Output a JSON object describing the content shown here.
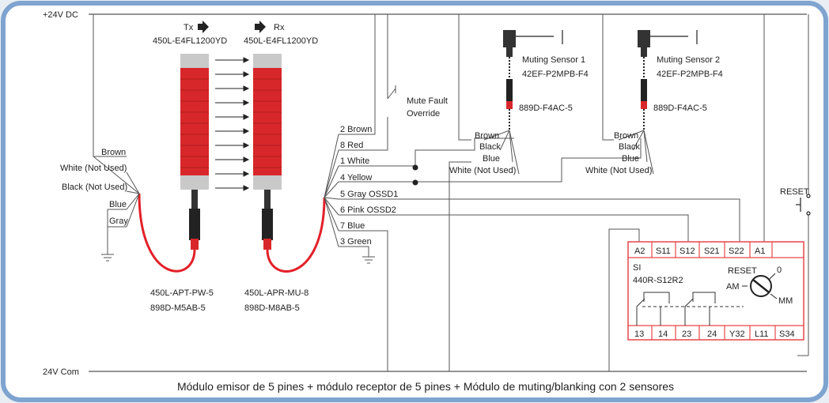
{
  "rails": {
    "top": "+24V DC",
    "bottom": "24V Com"
  },
  "transmitter": {
    "tag": "Tx",
    "model": "450L-E4FL1200YD",
    "cable": "450L-APT-PW-5",
    "connector": "898D-M5AB-5"
  },
  "receiver": {
    "tag": "Rx",
    "model": "450L-E4FL1200YD",
    "cable": "450L-APR-MU-8",
    "connector": "898D-M8AB-5"
  },
  "tx_wires": [
    "Brown",
    "White (Not Used)",
    "Black (Not Used)",
    "Blue",
    "Gray"
  ],
  "rx_wires": [
    "2 Brown",
    "8 Red",
    "1 White",
    "4 Yellow",
    "5 Gray OSSD1",
    "6 Pink OSSD2",
    "7 Blue",
    "3 Green"
  ],
  "mute_override": {
    "line1": "Mute Fault",
    "line2": "Override"
  },
  "sensor1": {
    "name": "Muting Sensor 1",
    "model": "42EF-P2MPB-F4",
    "cable": "889D-F4AC-5",
    "wires": [
      "Brown",
      "Black",
      "Blue",
      "White (Not Used)"
    ]
  },
  "sensor2": {
    "name": "Muting Sensor 2",
    "model": "42EF-P2MPB-F4",
    "cable": "889D-F4AC-5",
    "wires": [
      "Brown",
      "Black",
      "Blue",
      "White (Not Used)"
    ]
  },
  "reset_switch": "RESET",
  "relay": {
    "top_terminals": [
      "A2",
      "S11",
      "S12",
      "S21",
      "S22",
      "A1"
    ],
    "bottom_terminals": [
      "13",
      "14",
      "23",
      "24",
      "Y32",
      "L11",
      "S34"
    ],
    "line1": "SI",
    "line2": "440R-S12R2",
    "reset": "RESET",
    "am": "AM",
    "zero": "0",
    "mm": "MM"
  },
  "caption": "Módulo emisor de 5 pines + módulo receptor de 5 pines + Módulo de muting/blanking con 2 sensores",
  "colors": {
    "frame": "#7ea4cf",
    "barrier": "#d8272a",
    "wire": "#555555",
    "relay": "#e8474a",
    "red_cable": "#e3202a"
  }
}
